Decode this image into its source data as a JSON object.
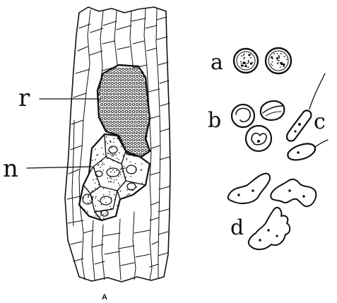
{
  "figure": {
    "labels": {
      "r": "r",
      "n": "n",
      "a": "a",
      "b": "b",
      "c": "c",
      "d": "d"
    },
    "caption": "A"
  },
  "colors": {
    "ink": "#111111",
    "paper": "#ffffff"
  }
}
